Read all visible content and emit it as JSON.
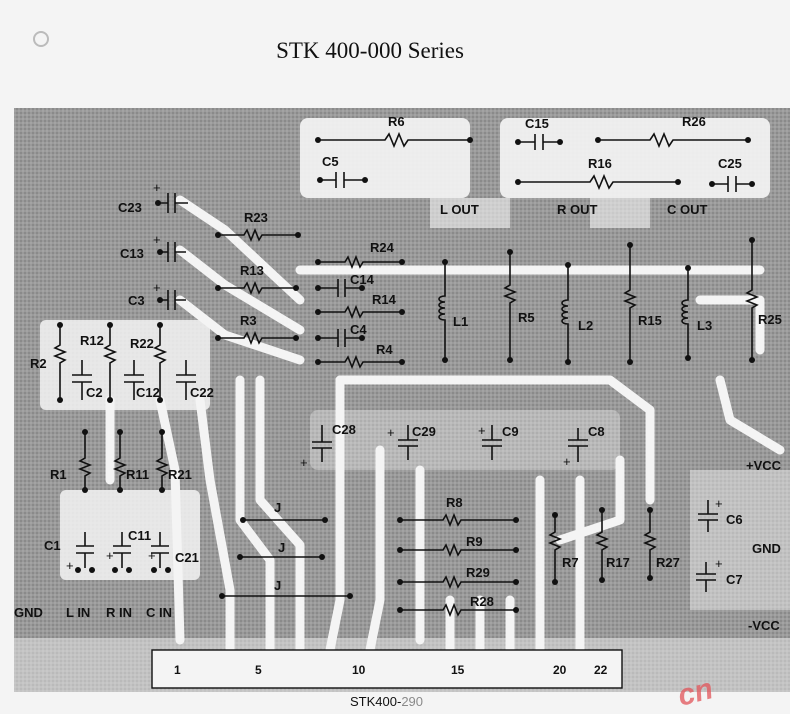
{
  "title": "STK 400-000 Series",
  "part_number": {
    "main": "STK400-",
    "suffix": "290"
  },
  "watermark": "cn",
  "components": {
    "resistors": [
      "R1",
      "R2",
      "R3",
      "R4",
      "R5",
      "R6",
      "R7",
      "R8",
      "R9",
      "R11",
      "R12",
      "R13",
      "R14",
      "R15",
      "R16",
      "R17",
      "R21",
      "R22",
      "R23",
      "R24",
      "R25",
      "R26",
      "R27",
      "R28",
      "R29"
    ],
    "capacitors": [
      "C1",
      "C2",
      "C3",
      "C4",
      "C5",
      "C6",
      "C7",
      "C8",
      "C9",
      "C11",
      "C12",
      "C13",
      "C14",
      "C15",
      "C21",
      "C22",
      "C23",
      "C25",
      "C28",
      "C29"
    ],
    "inductors": [
      "L1",
      "L2",
      "L3"
    ],
    "jumpers": [
      "J",
      "J",
      "J"
    ]
  },
  "nets": {
    "outputs": [
      "L OUT",
      "R OUT",
      "C OUT"
    ],
    "inputs": [
      "GND",
      "L IN",
      "R IN",
      "C IN"
    ],
    "supply": {
      "pos": "+VCC",
      "gnd": "GND",
      "neg": "-VCC"
    }
  },
  "connector": {
    "pin_labels": [
      "1",
      "5",
      "10",
      "15",
      "20",
      "22"
    ]
  }
}
